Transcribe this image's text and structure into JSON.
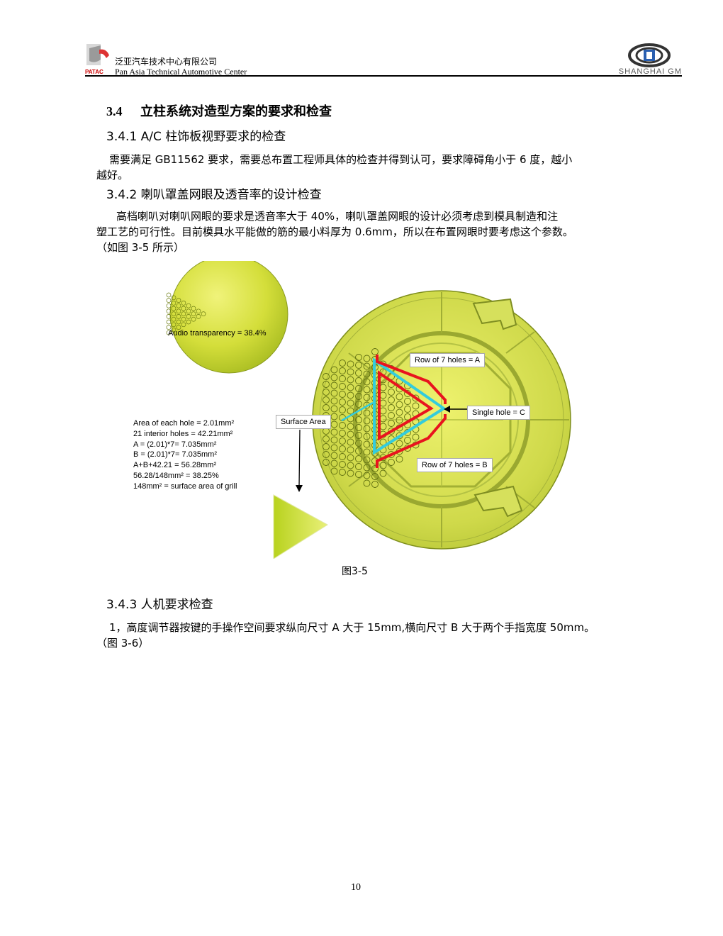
{
  "header": {
    "company_cn": "泛亚汽车技术中心有限公司",
    "company_en": "Pan Asia Technical Automotive Center",
    "logo_left_text": "PATAC",
    "logo_right_text": "SHANGHAI GM"
  },
  "section": {
    "number": "3.4",
    "title": "立柱系统对造型方案的要求和检查"
  },
  "sub1": {
    "title": "3.4.1 A/C 柱饰板视野要求的检查",
    "lines": [
      "需要满足 GB11562 要求，需要总布置工程师具体的检查并得到认可，要求障碍角小于 6 度，越小",
      "越好。"
    ]
  },
  "sub2": {
    "title": "3.4.2 喇叭罩盖网眼及透音率的设计检查",
    "lines": [
      "高档喇叭对喇叭网眼的要求是透音率大于 40%，喇叭罩盖网眼的设计必须考虑到模具制造和注",
      "塑工艺的可行性。目前模具水平能做的筋的最小料厚为 0.6mm，所以在布置网眼时要考虑这个参数。",
      "（如图 3-5 所示）"
    ]
  },
  "figure": {
    "audio_transparency": "Audio transparency = 38.4%",
    "calc_lines": [
      "Area of each hole = 2.01mm²",
      "21 interior holes = 42.21mm²",
      "A = (2.01)*7= 7.035mm²",
      "B = (2.01)*7= 7.035mm²",
      "A+B+42.21 = 56.28mm²",
      "56.28/148mm² = 38.25%",
      "148mm² = surface area of grill"
    ],
    "surface_area_label": "Surface Area",
    "row_a_label": "Row    of 7 holes = A",
    "single_hole_label": "Single hole = C",
    "row_b_label": "Row    of 7 holes = B",
    "caption": "图3-5",
    "colors": {
      "outline_red": "#e8141e",
      "outline_cyan": "#33ccdd",
      "grill_green": "#c4d640"
    }
  },
  "sub3": {
    "title": "3.4.3 人机要求检查",
    "lines": [
      "1，高度调节器按键的手操作空间要求纵向尺寸 A 大于 15mm,横向尺寸 B 大于两个手指宽度 50mm。",
      "（图 3-6）"
    ]
  },
  "page_number": "10"
}
